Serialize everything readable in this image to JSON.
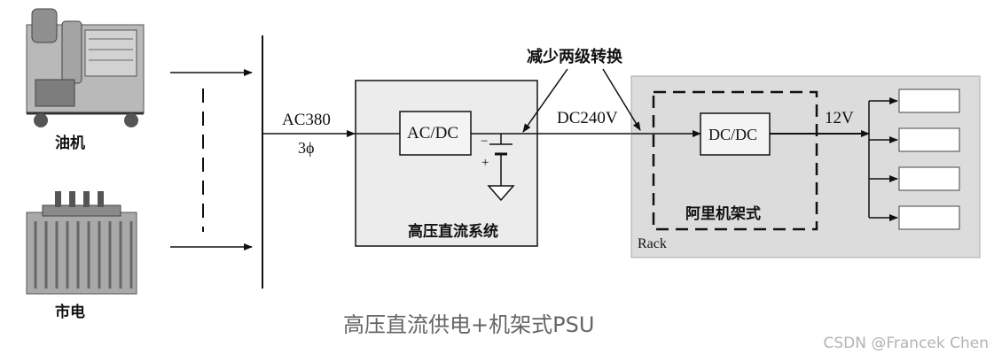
{
  "sources": {
    "generator_label": "油机",
    "mains_label": "市电"
  },
  "input": {
    "voltage_label": "AC380",
    "phase_label": "3ϕ"
  },
  "hvdc": {
    "title": "高压直流系统",
    "converter_label": "AC/DC",
    "battery_minus": "−",
    "battery_plus": "+"
  },
  "link": {
    "voltage_label": "DC240V",
    "callout": "减少两级转换"
  },
  "rack": {
    "label": "Rack",
    "frame_title": "阿里机架式",
    "converter_label": "DC/DC",
    "output_label": "12V",
    "output_count": 4
  },
  "caption": "高压直流供电+机架式PSU",
  "watermark": "CSDN @Francek Chen",
  "colors": {
    "rack_fill": "#dcdcdc",
    "rack_border": "#a8a8a8",
    "hvdc_fill": "#ececec",
    "line": "#111111"
  }
}
